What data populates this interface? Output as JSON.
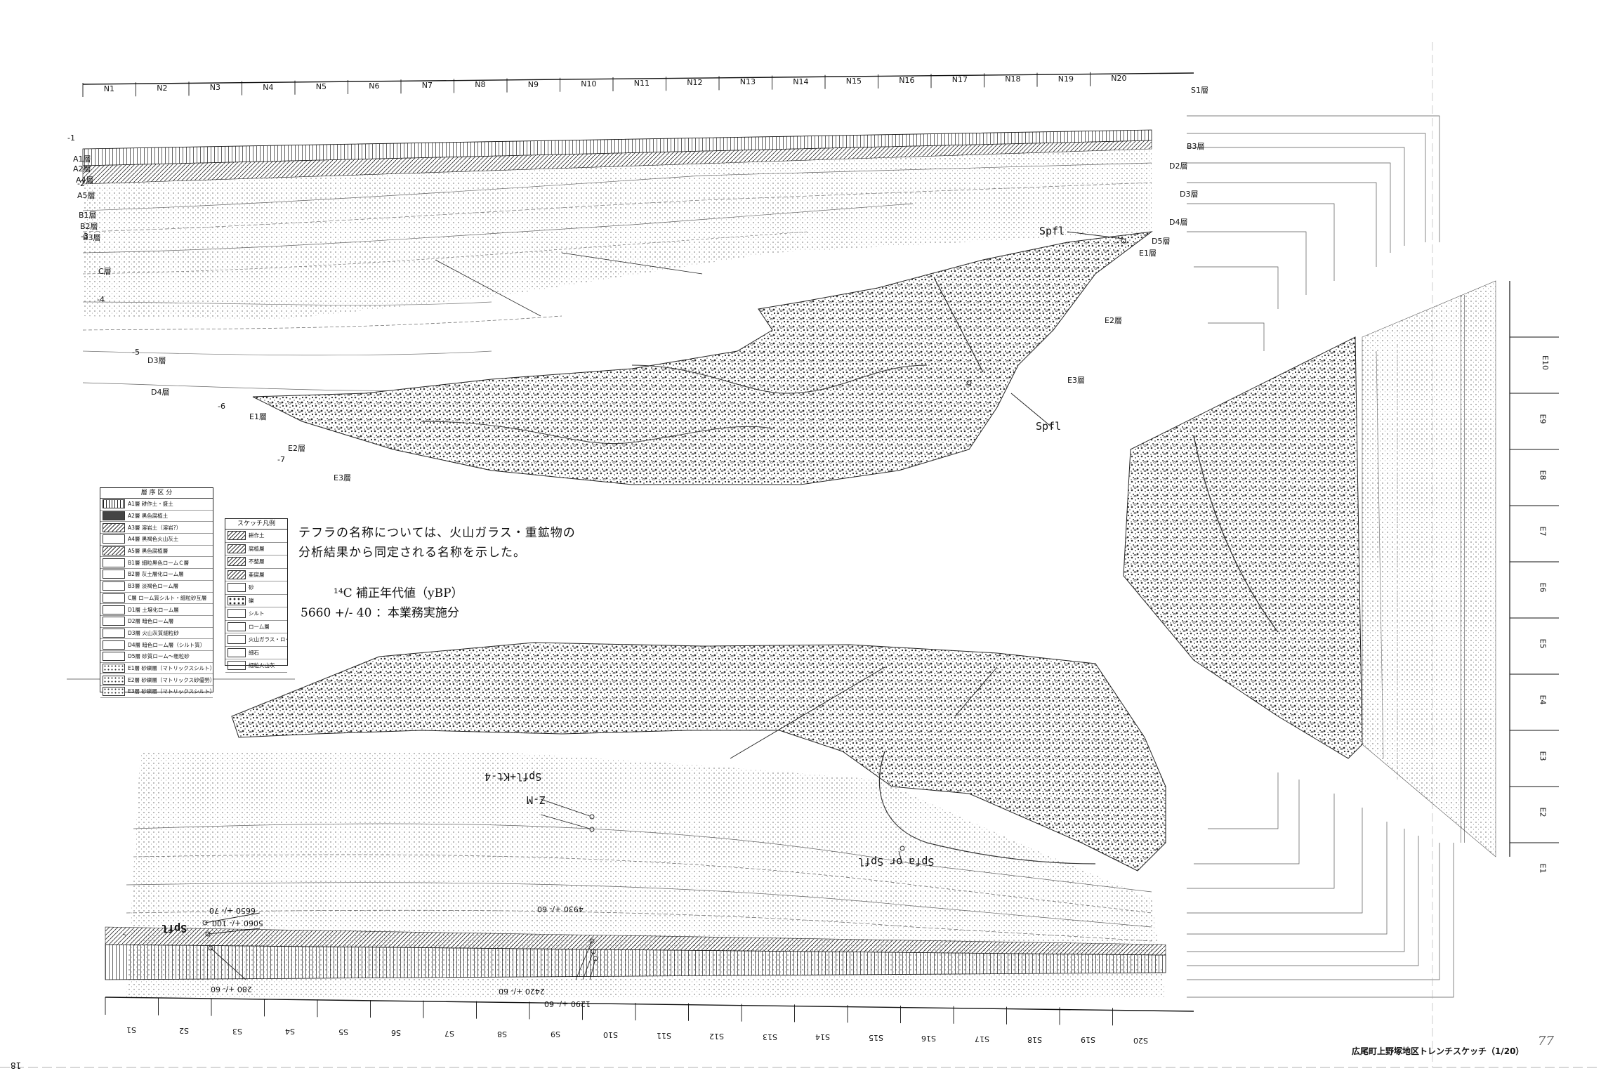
{
  "north_wall": {
    "grid": [
      "N1",
      "N2",
      "N3",
      "N4",
      "N5",
      "N6",
      "N7",
      "N8",
      "N9",
      "N10",
      "N11",
      "N12",
      "N13",
      "N14",
      "N15",
      "N16",
      "N17",
      "N18",
      "N19",
      "N20"
    ],
    "layers": [
      "A1層",
      "A2層",
      "A4層",
      "A5層",
      "B1層",
      "B2層",
      "B3層",
      "C層",
      "D3層",
      "D4層",
      "E1層",
      "E2層",
      "E3層",
      "S1層",
      "B3層",
      "D2層",
      "D3層",
      "D4層",
      "D5層",
      "E1層",
      "E2層",
      "E3層"
    ],
    "depths": [
      "-1",
      "-2",
      "-3",
      "-4",
      "-5",
      "-6",
      "-7"
    ],
    "tephra_labels": [
      "Spfl",
      "Spfl"
    ]
  },
  "south_wall": {
    "grid": [
      "S1",
      "S2",
      "S3",
      "S4",
      "S5",
      "S6",
      "S7",
      "S8",
      "S9",
      "S10",
      "S11",
      "S12",
      "S13",
      "S14",
      "S15",
      "S16",
      "S17",
      "S18",
      "S19",
      "S20"
    ],
    "tephra_labels": [
      "Spfl+Kt-4",
      "Z-M",
      "Spfa or Spfl",
      "Spfl"
    ],
    "dates": [
      "6650 +/- 70",
      "5060 +/- 100",
      "280 +/- 60",
      "4930 +/- 60",
      "2420 +/- 60",
      "1290 +/- 60"
    ]
  },
  "east_wall": {
    "grid": [
      "E10",
      "E9",
      "E8",
      "E7",
      "E6",
      "E5",
      "E4",
      "E3",
      "E2",
      "E1"
    ]
  },
  "legend_strata": {
    "title": "層 序 区 分",
    "items": [
      "A1層 耕作土・盛土",
      "A2層 黒色腐植土",
      "A3層 溶岩土（溶岩?）",
      "A4層 黒褐色火山灰土",
      "A5層 黒色腐植層",
      "B1層 細粒黒色ロームＣ層",
      "B2層 灰土層化ローム層",
      "B3層 淡褐色ローム層",
      "C層 ローム質シルト・細粒砂互層",
      "D1層 土壌化ローム層",
      "D2層 暗色ローム層",
      "D3層 火山灰質細粒砂",
      "D4層 暗色ローム層（シルト質）",
      "D5層 砂質ローム～粗粒砂",
      "E1層 砂礫層（マトリックスシルト）",
      "E2層 砂礫層（マトリックス砂優勢）",
      "E3層 砂礫層（マトリックスシルト）"
    ]
  },
  "legend_sketch": {
    "title": "スケッチ凡例",
    "items": [
      "耕作土",
      "腐植層",
      "不整層",
      "亜腐層",
      "砂",
      "礫",
      "シルト",
      "ローム層",
      "火山ガラス・ローム",
      "細石",
      "細粒火山灰"
    ]
  },
  "note_line1": "テフラの名称については、火山ガラス・重鉱物の",
  "note_line2": "分析結果から同定される名称を示した。",
  "c14_title": "¹⁴C 補正年代値（yBP）",
  "c14_line": "5660 +/- 40 ：本業務実施分",
  "caption": "広尾町上野塚地区トレンチスケッチ（1/20）",
  "page_number": "18",
  "handwritten": "77",
  "colors": {
    "ink": "#111111",
    "hatch": "#333333",
    "gravel": "#555555"
  }
}
